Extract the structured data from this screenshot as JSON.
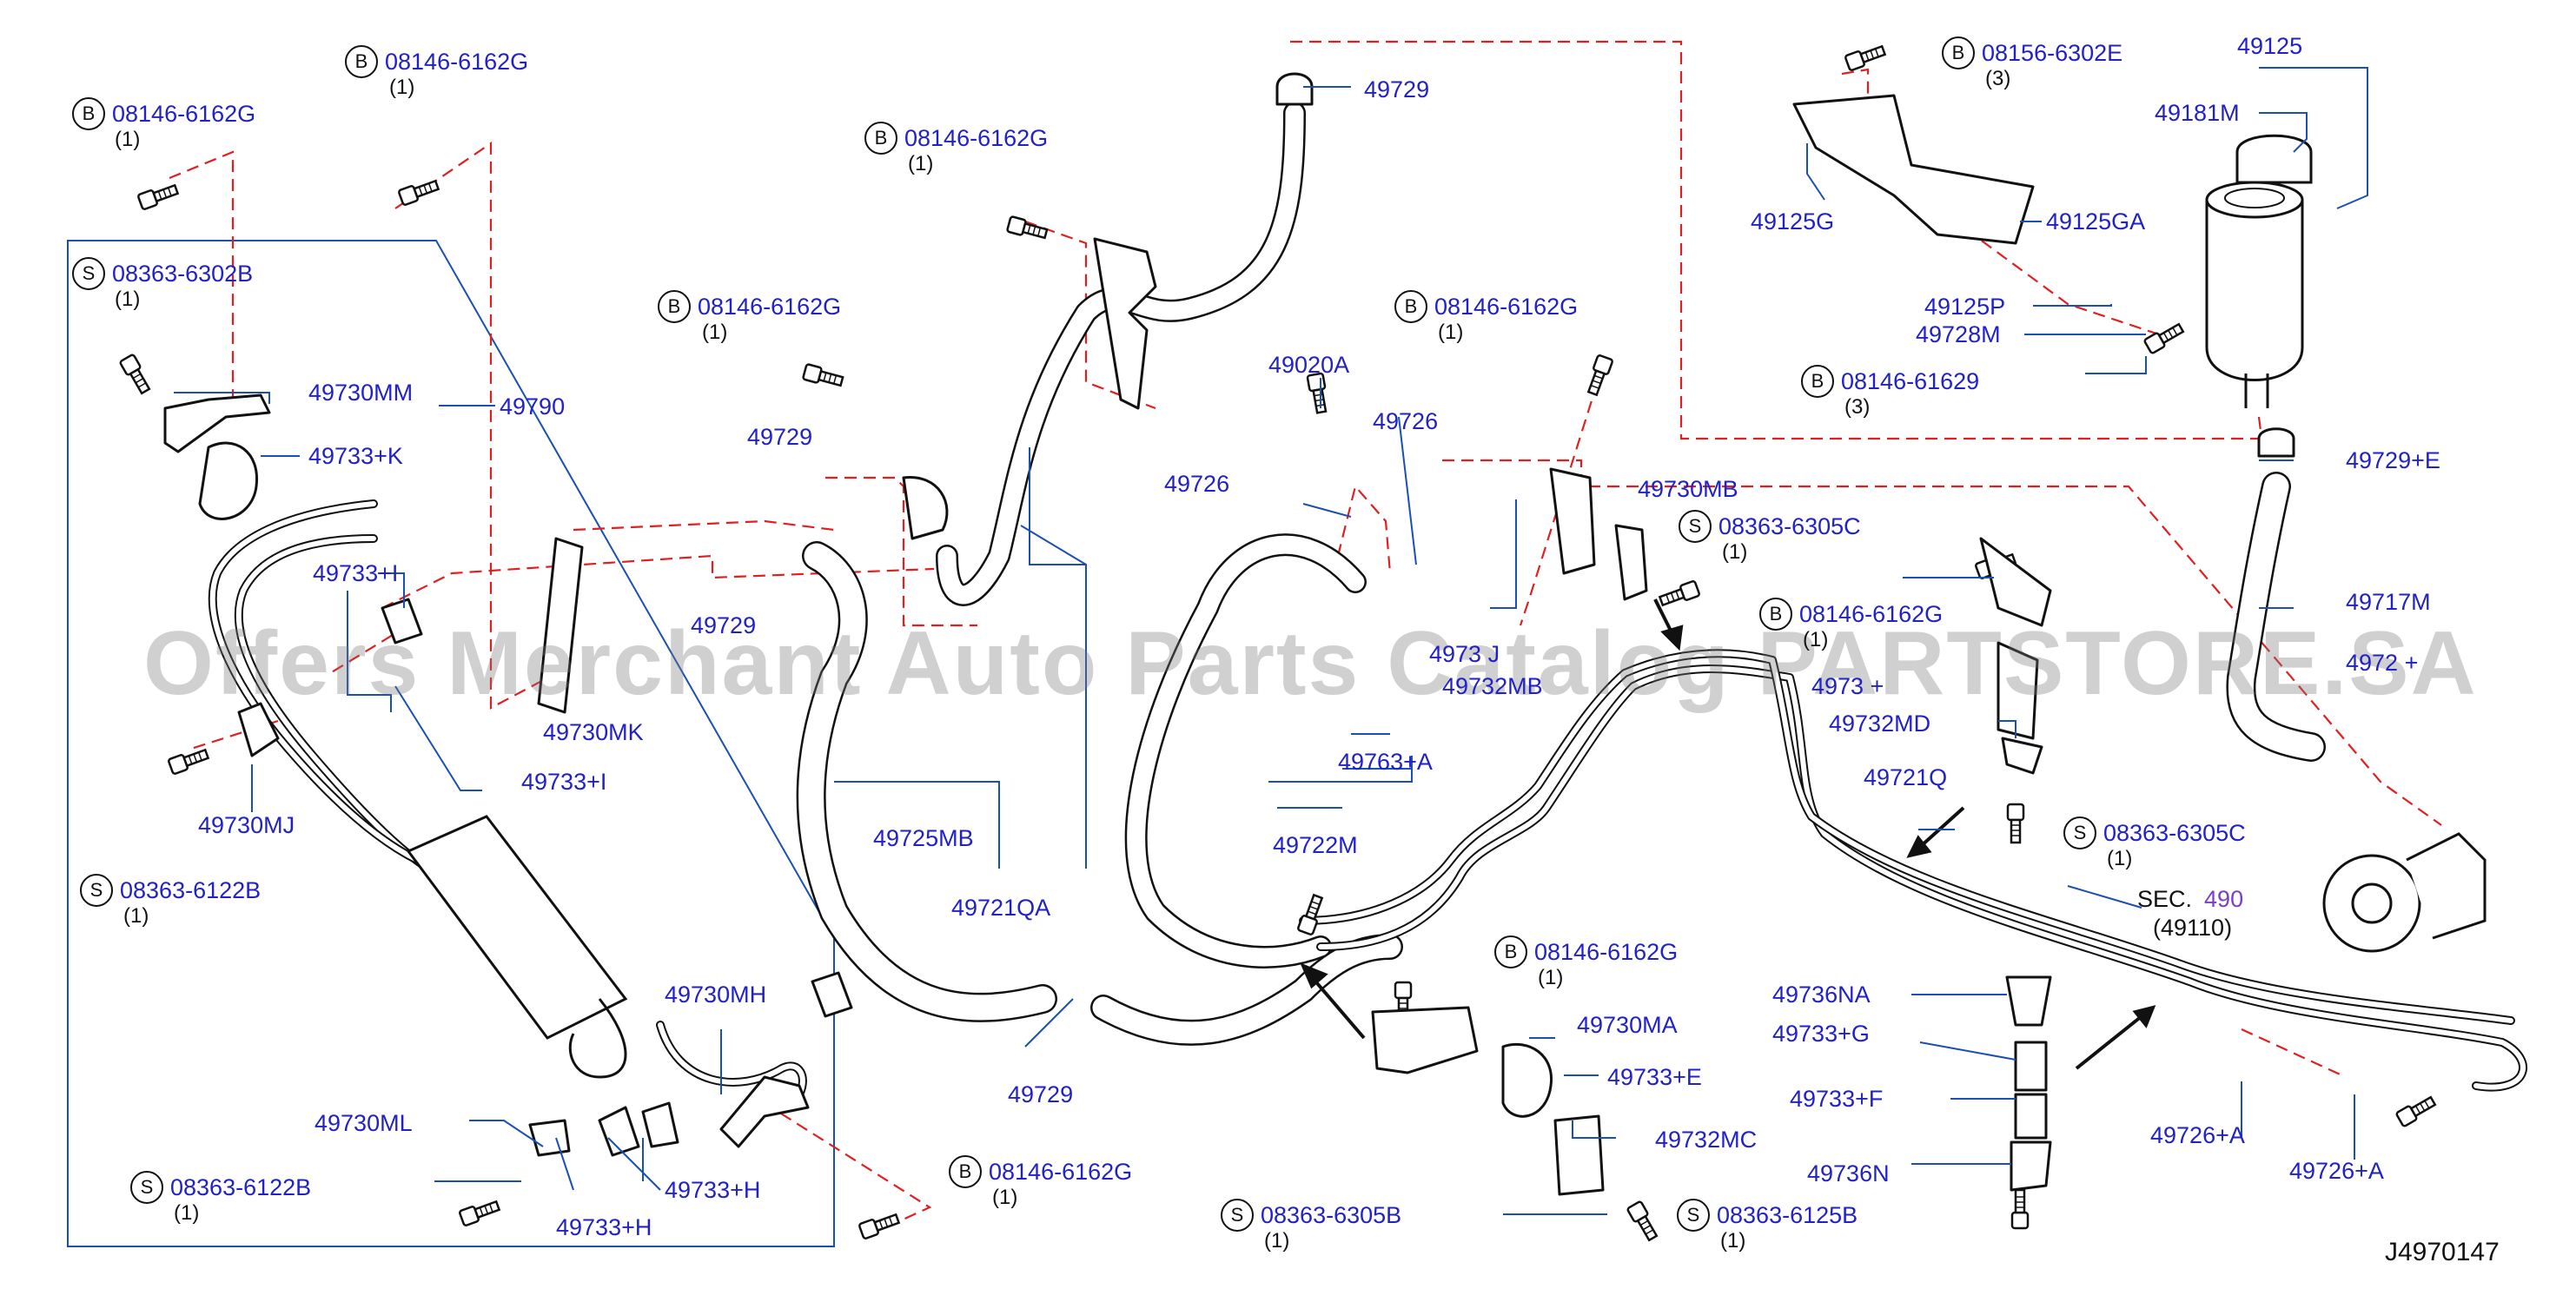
{
  "watermark": "Offers Merchant Auto Parts Catalog PARTSTORE.SA",
  "diagram_id": "J4970147",
  "parts": {
    "p49729_top": "49729",
    "p49125": "49125",
    "p49181M": "49181M",
    "p49125G": "49125G",
    "p49125GA": "49125GA",
    "p49125P": "49125P",
    "p49728M": "49728M",
    "p49790": "49790",
    "p49730MM": "49730MM",
    "p49733K": "49733+K",
    "p49733I_a": "49733+I",
    "p49733I_b": "49733+I",
    "p49730MK": "49730MK",
    "p49730MJ": "49730MJ",
    "p49729_a": "49729",
    "p49729_b": "49729",
    "p49725MB": "49725MB",
    "p49721QA": "49721QA",
    "p49729_c": "49729",
    "p49020A": "49020A",
    "p49726_a": "49726",
    "p49726_b": "49726",
    "p49730MB": "49730MB",
    "p49763A": "49763+A",
    "p49722M": "49722M",
    "p49732MD": "49732MD",
    "p49721Q": "49721Q",
    "p49729E": "49729+E",
    "p49717M": "49717M",
    "p49730MA": "49730MA",
    "p49733E": "49733+E",
    "p49732MC": "49732MC",
    "p49736NA": "49736NA",
    "p49733G": "49733+G",
    "p49733F": "49733+F",
    "p49736N": "49736N",
    "p49726A_a": "49726+A",
    "p49726A_b": "49726+A",
    "p49730MH": "49730MH",
    "p49730ML": "49730ML",
    "p49733H_a": "49733+H",
    "p49733H_b": "49733+H",
    "p4973J_partial": "4973 J",
    "p4973_partial": "4973 +",
    "p4972_partial": "4972 +",
    "p49732MB_partial": "49732MB"
  },
  "sec_ref": {
    "prefix": "SEC.",
    "num": "490",
    "sub": "(49110)"
  },
  "bolt_refs": {
    "r1": {
      "letter": "B",
      "num": "08146-6162G",
      "qty": "(1)"
    },
    "r2": {
      "letter": "B",
      "num": "08146-6162G",
      "qty": "(1)"
    },
    "r3": {
      "letter": "S",
      "num": "08363-6302B",
      "qty": "(1)"
    },
    "r4": {
      "letter": "B",
      "num": "08146-6162G",
      "qty": "(1)"
    },
    "r5": {
      "letter": "B",
      "num": "08146-6162G",
      "qty": "(1)"
    },
    "r6": {
      "letter": "B",
      "num": "08146-6162G",
      "qty": "(1)"
    },
    "r7": {
      "letter": "B",
      "num": "08156-6302E",
      "qty": "(3)"
    },
    "r8": {
      "letter": "B",
      "num": "08146-61629",
      "qty": "(3)"
    },
    "r9": {
      "letter": "S",
      "num": "08363-6305C",
      "qty": "(1)"
    },
    "r10": {
      "letter": "B",
      "num": "08146-6162G",
      "qty": "(1)"
    },
    "r11": {
      "letter": "S",
      "num": "08363-6305C",
      "qty": "(1)"
    },
    "r12": {
      "letter": "S",
      "num": "08363-6122B",
      "qty": "(1)"
    },
    "r13": {
      "letter": "B",
      "num": "08146-6162G",
      "qty": "(1)"
    },
    "r14": {
      "letter": "S",
      "num": "08363-6122B",
      "qty": "(1)"
    },
    "r15": {
      "letter": "B",
      "num": "08146-6162G",
      "qty": "(1)"
    },
    "r16": {
      "letter": "S",
      "num": "08363-6305B",
      "qty": "(1)"
    },
    "r17": {
      "letter": "S",
      "num": "08363-6125B",
      "qty": "(1)"
    }
  },
  "colors": {
    "label": "#2121c8",
    "leader": "#1a4fb4",
    "dash": "#e02020",
    "line": "#111111"
  }
}
